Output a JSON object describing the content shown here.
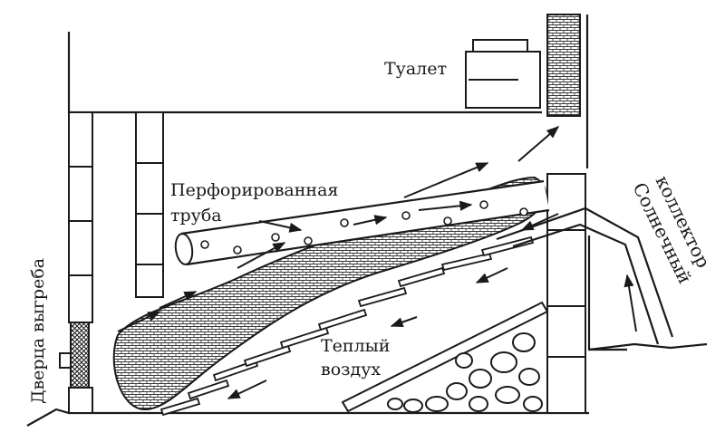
{
  "labels": {
    "toilet": "Туалет",
    "perforated_pipe_line1": "Перфорированная",
    "perforated_pipe_line2": "труба",
    "warm_air_line1": "Теплый",
    "warm_air_line2": "воздух",
    "solar_collector_line1": "Солнечный",
    "solar_collector_line2": "коллектор",
    "pit_door": "Дверца выгреба"
  },
  "colors": {
    "line": "#1a1a1a",
    "background": "#ffffff",
    "hatch": "#3a3a3a"
  }
}
